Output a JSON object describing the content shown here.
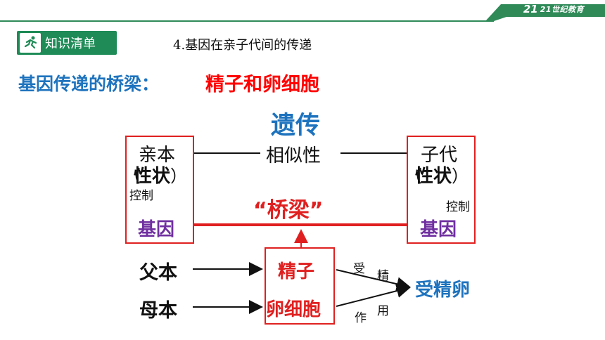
{
  "brand": {
    "mark": "21",
    "text": "21世纪教育"
  },
  "badge": {
    "label": "知识清单",
    "icon": "runner-icon"
  },
  "section_title": "4.基因在亲子代间的传递",
  "bridge": {
    "lead": "基因传递的桥梁：",
    "value": "精子和卵细胞"
  },
  "heredity": "遗传",
  "parent_box": {
    "line1": "亲本",
    "line2_open": "（",
    "line2_main": "性状",
    "line2_close": "）",
    "control": "控制",
    "gene": "基因"
  },
  "child_box": {
    "line1": "子代",
    "line2_open": "（",
    "line2_main": "性状",
    "line2_close": "）",
    "control": "控制",
    "gene": "基因"
  },
  "similarity": "相似性",
  "bridge_mid": "“桥梁”",
  "father": "父本",
  "mother": "母本",
  "sperm": "精子",
  "egg": "卵细胞",
  "fertilization_chars": [
    "受",
    "精",
    "作",
    "用"
  ],
  "zygote": "受精卵",
  "colors": {
    "red": "#e02020",
    "blue": "#1e73be",
    "purple": "#7030a0",
    "green": "#1f8b57",
    "topbar": "#2e8b57"
  }
}
